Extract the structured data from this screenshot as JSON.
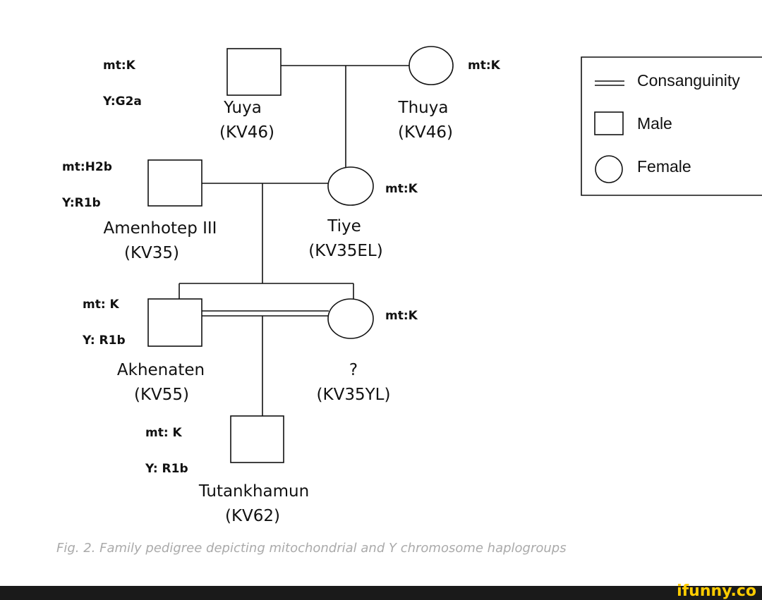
{
  "people": {
    "yuya": {
      "name": "Yuya",
      "tomb": "(KV46)",
      "hap1": "mt:K",
      "hap2": "Y:G2a",
      "sex": "male"
    },
    "thuya": {
      "name": "Thuya",
      "tomb": "(KV46)",
      "hap1": "mt:K",
      "sex": "female"
    },
    "amenhotep": {
      "name": "Amenhotep III",
      "tomb": "(KV35)",
      "hap1": "mt:H2b",
      "hap2": "Y:R1b",
      "sex": "male"
    },
    "tiye": {
      "name": "Tiye",
      "tomb": "(KV35EL)",
      "hap1": "mt:K",
      "sex": "female"
    },
    "akhenaten": {
      "name": "Akhenaten",
      "tomb": "(KV55)",
      "hap1": "mt: K",
      "hap2": "Y: R1b",
      "sex": "male"
    },
    "unknown": {
      "name": "?",
      "tomb": "(KV35YL)",
      "hap1": "mt:K",
      "sex": "female"
    },
    "tutankhamun": {
      "name": "Tutankhamun",
      "tomb": "(KV62)",
      "hap1": "mt: K",
      "hap2": "Y: R1b",
      "sex": "male"
    }
  },
  "legend": {
    "consanguinity": "Consanguinity",
    "male": "Male",
    "female": "Female"
  },
  "caption": "Fig. 2. Family pedigree depicting mitochondrial and Y chromosome haplogroups",
  "footer": {
    "brand": "ifunny.co",
    "color": "#ffcc00"
  }
}
